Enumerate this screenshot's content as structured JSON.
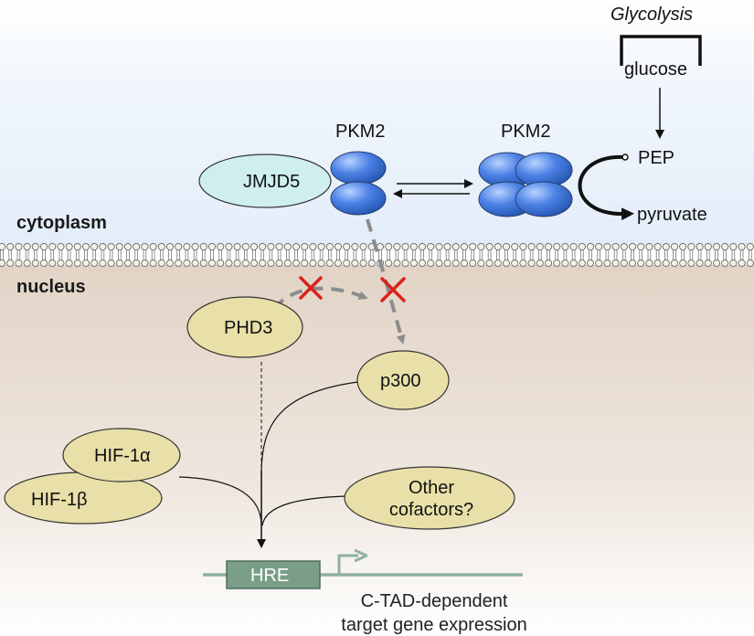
{
  "labels": {
    "glycolysis": "Glycolysis",
    "glucose": "glucose",
    "pkm2_left": "PKM2",
    "pkm2_right": "PKM2",
    "pep": "PEP",
    "pyruvate": "pyruvate",
    "jmjd5": "JMJD5",
    "cytoplasm": "cytoplasm",
    "nucleus": "nucleus",
    "phd3": "PHD3",
    "p300": "p300",
    "hif1a": "HIF-1α",
    "hif1b": "HIF-1β",
    "other_cofactors_line1": "Other",
    "other_cofactors_line2": "cofactors?",
    "hre": "HRE",
    "caption_line1": "C-TAD-dependent",
    "caption_line2": "target gene expression"
  },
  "colors": {
    "cytoplasm_bg": "#eaf2fb",
    "nucleus_bg": "#e9ddd2",
    "pkm2_blue": "#3d72d8",
    "jmjd5_fill": "#cfeeee",
    "factor_fill": "#e8e0a8",
    "hre_fill": "#7a9e88",
    "dna_line": "#8fb09c",
    "inhibit_red": "#d9231d",
    "dashed_arrow": "#8c8c8c"
  },
  "icons": {
    "inhibition_mark": "red-x-icon",
    "transcription_start": "bent-arrow-icon",
    "membrane": "phospholipid-bilayer"
  }
}
